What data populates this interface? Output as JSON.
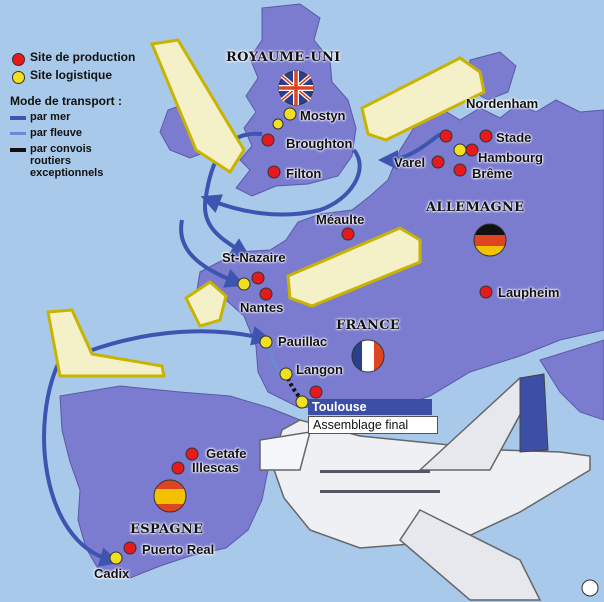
{
  "legend": {
    "production_site": "Site de production",
    "logistic_site": "Site logistique",
    "transport_title": "Mode de transport :",
    "by_sea": "par mer",
    "by_river": "par fleuve",
    "by_road_line1": "par convois",
    "by_road_line2": "routiers",
    "by_road_line3": "exceptionnels"
  },
  "countries": {
    "uk": "ROYAUME-UNI",
    "france": "FRANCE",
    "germany": "ALLEMAGNE",
    "spain": "ESPAGNE"
  },
  "sites": {
    "mostyn": "Mostyn",
    "broughton": "Broughton",
    "filton": "Filton",
    "nordenham": "Nordenham",
    "stade": "Stade",
    "hambourg": "Hambourg",
    "varel": "Varel",
    "breme": "Brême",
    "meaulte": "Méaulte",
    "st_nazaire": "St-Nazaire",
    "nantes": "Nantes",
    "pauillac": "Pauillac",
    "langon": "Langon",
    "laupheim": "Laupheim",
    "getafe": "Getafe",
    "illescas": "Illescas",
    "puerto_real": "Puerto Real",
    "cadix": "Cadix"
  },
  "final": {
    "city": "Toulouse",
    "caption": "Assemblage final"
  },
  "colors": {
    "sea": "#a9c9ea",
    "land": "#7b7bd0",
    "production": "#e8191d",
    "logistic": "#f0e020",
    "route": "#3d55b0",
    "river": "#6a8ad8"
  }
}
